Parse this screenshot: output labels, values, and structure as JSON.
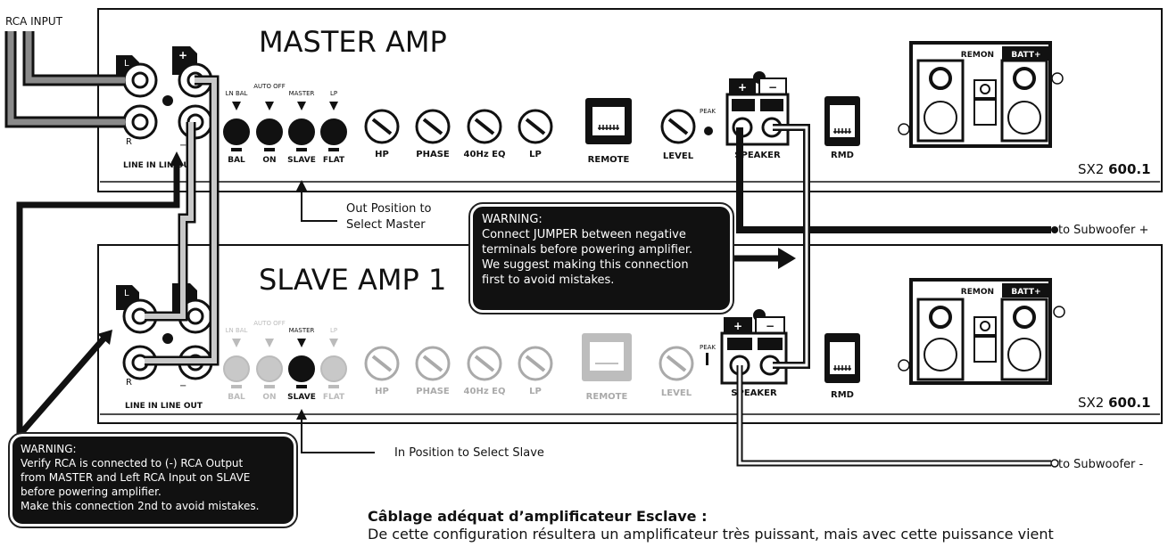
{
  "labels": {
    "rca_input": "RCA INPUT",
    "master_title": "MASTER AMP",
    "slave_title": "SLAVE AMP 1",
    "model_prefix": "SX2 ",
    "model_number": "600.1",
    "jack_l": "L",
    "jack_r": "R",
    "jack_plus": "+",
    "jack_minus": "−",
    "line_in": "LINE IN",
    "lin": "LIN",
    "out": "OUT",
    "line_out": "LINE OUT",
    "sw_top": [
      "LN BAL",
      "AUTO OFF",
      "MASTER",
      "LP"
    ],
    "sw_bottom": [
      "BAL",
      "ON",
      "SLAVE",
      "FLAT"
    ],
    "knobs": [
      "HP",
      "PHASE",
      "40Hz EQ",
      "LP"
    ],
    "remote": "REMOTE",
    "level": "LEVEL",
    "peak": "PEAK",
    "speaker": "SPEAKER",
    "rmd": "RMD",
    "remon": "REMON",
    "batt": "BATT+",
    "to_sub_plus": "to Subwoofer +",
    "to_sub_minus": "to Subwoofer -",
    "out_position": [
      "Out Position to",
      "Select Master"
    ],
    "in_position": "In Position to Select Slave"
  },
  "warning_jumper": {
    "title": "WARNING:",
    "lines": [
      "Connect JUMPER between negative",
      "terminals before powering amplifier.",
      "We suggest making this connection",
      "first to avoid mistakes."
    ]
  },
  "warning_rca": {
    "title": "WARNING:",
    "lines": [
      "Verify RCA is connected to (-) RCA Output",
      "from MASTER and Left RCA Input on SLAVE",
      "before powering amplifier.",
      "Make this connection 2nd to avoid mistakes."
    ]
  },
  "french": {
    "title": "Câblage adéquat d’amplificateur Esclave :",
    "body": "De cette configuration résultera un amplificateur très puissant, mais avec cette puissance vient"
  },
  "colors": {
    "dark": "#111111",
    "cable_gray": "#bdbdbd",
    "cable_mid": "#8a8a8a",
    "faded": "#c8c8c8",
    "panel": "#ffffff"
  }
}
